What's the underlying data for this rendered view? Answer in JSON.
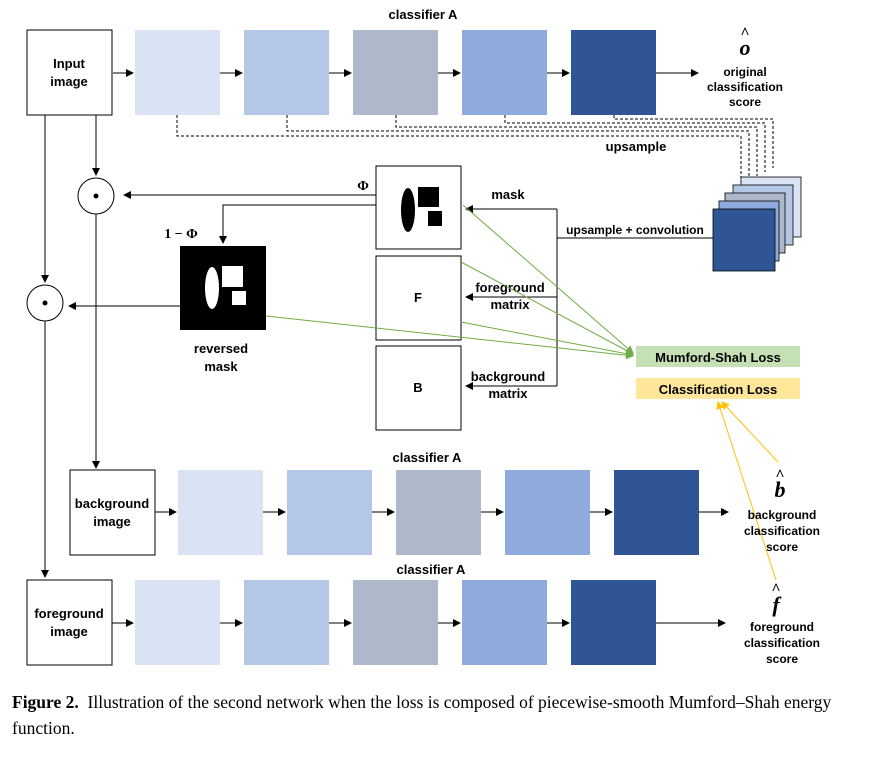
{
  "diagram": {
    "classifier_top_label": "classifier A",
    "classifier_mid_label": "classifier A",
    "classifier_bottom_label": "classifier A",
    "input_image_label": [
      "Input",
      "image"
    ],
    "original_score_symbol": "o",
    "original_score_label": [
      "original",
      "classification",
      "score"
    ],
    "upsample_label": "upsample",
    "mask_label": "mask",
    "phi_label": "Φ",
    "one_minus_phi_label": "1 − Φ",
    "upsample_conv_label": "upsample + convolution",
    "reversed_mask_label": [
      "reversed",
      "mask"
    ],
    "foreground_box_label": "F",
    "background_box_label": "B",
    "foreground_matrix_label": [
      "foreground",
      "matrix"
    ],
    "background_matrix_label": [
      "background",
      "matrix"
    ],
    "mumford_shah_loss_label": "Mumford-Shah Loss",
    "classification_loss_label": "Classification Loss",
    "background_image_label": [
      "background",
      "image"
    ],
    "foreground_image_label": [
      "foreground",
      "image"
    ],
    "background_score_symbol": "b",
    "background_score_label": [
      "background",
      "classification",
      "score"
    ],
    "foreground_score_symbol": "f",
    "foreground_score_label": [
      "foreground",
      "classification",
      "score"
    ],
    "layer_colors": [
      "#dae3f3",
      "#b4c7e7",
      "#adb9ca",
      "#8faadc",
      "#2f5597"
    ],
    "mumford_fill": "#c5e0b4",
    "classification_fill": "#ffe699",
    "green_arrow_color": "#70ad47",
    "yellow_arrow_color": "#ffc000"
  },
  "caption": {
    "prefix": "Figure 2.",
    "text": "Illustration of the second network when the loss is composed of piecewise-smooth Mumford–Shah energy function."
  }
}
